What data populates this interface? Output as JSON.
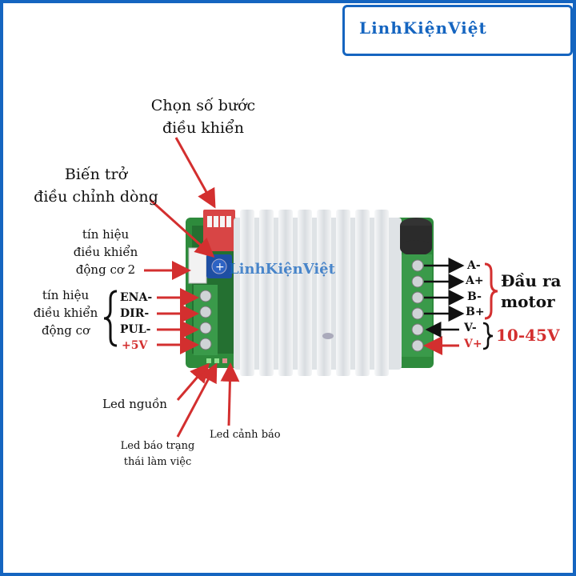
{
  "brand": {
    "logo_text": "LinhKiệnViệt",
    "watermark_text": "LinhKiệnViệt"
  },
  "labels": {
    "dip_switch": [
      "Chọn số bước",
      "điều khiển"
    ],
    "potentiometer": [
      "Biến trở",
      "điều chỉnh dòng"
    ],
    "signal2": [
      "tín hiệu",
      "điều khiển",
      "động cơ 2"
    ],
    "signal": [
      "tín hiệu",
      "điều khiển",
      "động cơ"
    ],
    "led_power": "Led nguồn",
    "led_status": [
      "Led báo trạng",
      "thái làm việc"
    ],
    "led_warning": "Led cảnh báo",
    "motor_output": [
      "Đầu ra",
      "motor"
    ],
    "voltage": "10-45V"
  },
  "input_pins": [
    "ENA-",
    "DIR-",
    "PUL-",
    "+5V"
  ],
  "output_pins": [
    "A-",
    "A+",
    "B-",
    "B+",
    "V-",
    "V+"
  ],
  "colors": {
    "accent": "#1565c0",
    "arrow": "#d32f2f",
    "pcb": "#2e8b3c",
    "terminal": "#3a9a4a",
    "heatsink": "#e9ecef"
  }
}
